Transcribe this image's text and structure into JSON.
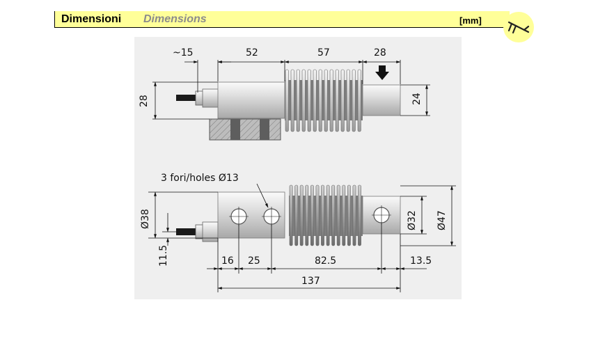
{
  "header": {
    "title_it": "Dimensioni",
    "title_en": "Dimensions",
    "unit": "[mm]"
  },
  "icons": {
    "badge": "caliper-icon",
    "badge_color": "#ffff99"
  },
  "drawing": {
    "top_view": {
      "dim_cable": "~15",
      "dim_body": "52",
      "dim_bellows": "57",
      "dim_end": "28",
      "dim_height": "28",
      "dim_end_height": "24"
    },
    "bottom_view": {
      "holes_label": "3 fori/holes Ø13",
      "dim_hole_1": "16",
      "dim_hole_2": "25",
      "dim_span": "82.5",
      "dim_end_offset": "13.5",
      "dim_total": "137",
      "dim_body_diam": "Ø38",
      "dim_cable_offset": "11.5",
      "dim_hole_diam": "Ø32",
      "dim_outer_diam": "Ø47"
    }
  }
}
